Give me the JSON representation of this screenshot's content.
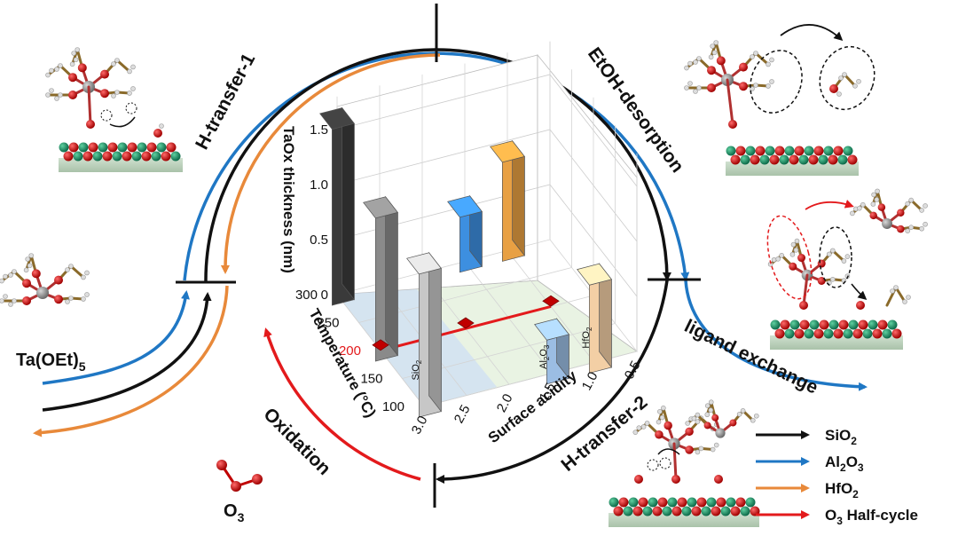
{
  "steps": {
    "h_transfer_1": "H-transfer-1",
    "etoh_desorption": "EtOH-desorption",
    "ligand_exchange": "ligand exchange",
    "h_transfer_2": "H-transfer-2",
    "oxidation": "Oxidation"
  },
  "molecules": {
    "precursor": "Ta(OEt)",
    "precursor_sub": "5",
    "ozone": "O",
    "ozone_sub": "3"
  },
  "legend": [
    {
      "id": "sio2",
      "text": "SiO",
      "sub": "2",
      "color": "#111111"
    },
    {
      "id": "al2o3",
      "text": "Al",
      "sub": "2",
      "text2": "O",
      "sub2": "3",
      "color": "#1f77c4"
    },
    {
      "id": "hfo2",
      "text": "HfO",
      "sub": "2",
      "color": "#e8893a"
    },
    {
      "id": "o3",
      "text": "O",
      "sub": "3",
      "text2": " Half-cycle",
      "color": "#e31a1c"
    }
  ],
  "colors": {
    "sio2": "#111111",
    "al2o3": "#1f77c4",
    "hfo2": "#e8893a",
    "o3": "#e31a1c"
  },
  "chart_data": {
    "type": "bar",
    "zlabel": "TaOx thickness (nm)",
    "ylabel": "Temperature (°C)",
    "xlabel": "Surface acidity",
    "z_ticks": [
      "0",
      "0.5",
      "1.0",
      "1.5"
    ],
    "t_ticks": [
      "100",
      "150",
      "200",
      "250",
      "300"
    ],
    "a_ticks": [
      "3.0",
      "2.5",
      "2.0",
      "1.5",
      "1.0",
      "0.5"
    ],
    "highlight_temperature": "200",
    "bars": [
      {
        "material": "SiO2",
        "acidity": 3.0,
        "temperature": 300,
        "thickness": 1.6,
        "color": "#3a3a3a"
      },
      {
        "material": "SiO2",
        "acidity": 3.0,
        "temperature": 200,
        "thickness": 1.3,
        "color": "#8a8a8a"
      },
      {
        "material": "SiO2",
        "acidity": 3.0,
        "temperature": 100,
        "thickness": 1.3,
        "color": "#c7c7c7",
        "label": "SiO",
        "label_sub": "2"
      },
      {
        "material": "Al2O3",
        "acidity": 1.5,
        "temperature": 300,
        "thickness": 0.5,
        "color": "#3d8fe0"
      },
      {
        "material": "Al2O3",
        "acidity": 1.5,
        "temperature": 100,
        "thickness": 0.4,
        "color": "#9bbde3",
        "label": "Al",
        "label_sub": "2",
        "label2": "O",
        "label_sub2": "3"
      },
      {
        "material": "HfO2",
        "acidity": 1.0,
        "temperature": 300,
        "thickness": 0.9,
        "color": "#e8a043"
      },
      {
        "material": "HfO2",
        "acidity": 1.0,
        "temperature": 100,
        "thickness": 0.8,
        "color": "#f3cfa5",
        "label": "HfO",
        "label_sub": "2"
      }
    ],
    "o3_points": [
      {
        "acidity": 3.0,
        "temperature": 200,
        "thickness": 0
      },
      {
        "acidity": 2.0,
        "temperature": 200,
        "thickness": 0
      },
      {
        "acidity": 1.0,
        "temperature": 200,
        "thickness": 0
      }
    ]
  }
}
